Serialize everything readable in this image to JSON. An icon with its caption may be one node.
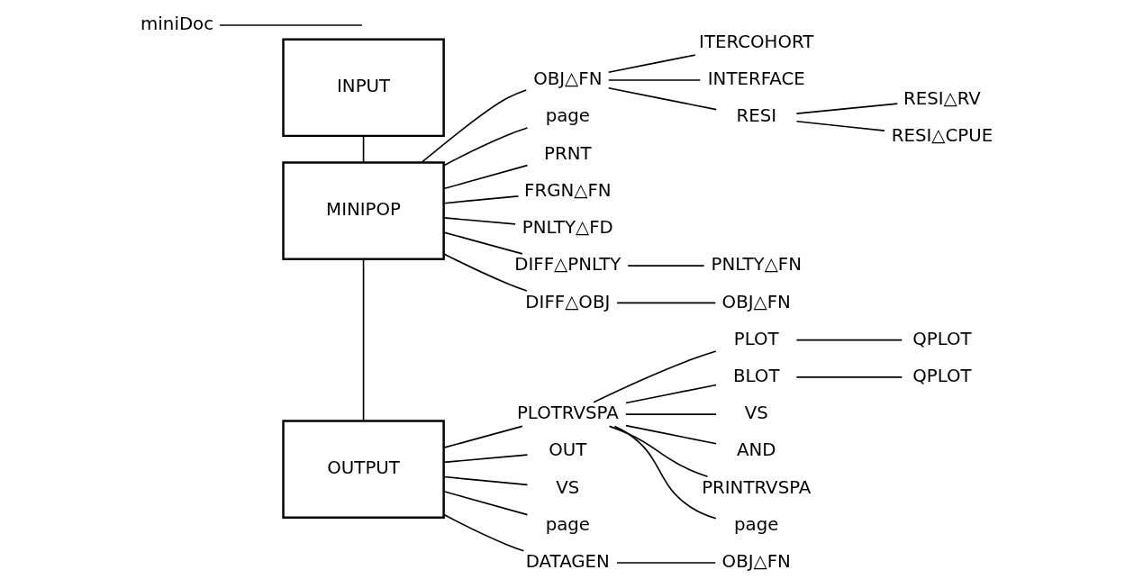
{
  "diagram": {
    "nodes": [
      {
        "text": [
          "INPUT"
        ]
      },
      {
        "text": [
          "MINIPOP"
        ]
      },
      {
        "text": [
          "OUTPUT"
        ]
      },
      {
        "text": [
          "miniDoc"
        ]
      },
      {
        "text": [
          "OBJ△FN"
        ]
      },
      {
        "text": [
          "page"
        ]
      },
      {
        "text": [
          "PRNT"
        ]
      },
      {
        "text": [
          "FRGN△FN"
        ]
      },
      {
        "text": [
          "PNLTY△FD"
        ]
      },
      {
        "text": [
          "DIFF△PNLTY"
        ]
      },
      {
        "text": [
          "DIFF△OBJ"
        ]
      },
      {
        "text": [
          "PNLTY△FN"
        ]
      },
      {
        "text": [
          "OBJ△FN"
        ]
      },
      {
        "text": [
          "ITERCOHORT"
        ]
      },
      {
        "text": [
          "INTERFACE"
        ]
      },
      {
        "text": [
          "RESI"
        ]
      },
      {
        "text": [
          "RESI△RV"
        ]
      },
      {
        "text": [
          "RESI△CPUE"
        ]
      },
      {
        "text": [
          "PLOTRVSPA"
        ]
      },
      {
        "text": [
          "OUT"
        ]
      },
      {
        "text": [
          "VS"
        ]
      },
      {
        "text": [
          "page"
        ]
      },
      {
        "text": [
          "DATAGEN"
        ]
      },
      {
        "text": [
          "OBJ△FN"
        ]
      },
      {
        "text": [
          "PLOT"
        ]
      },
      {
        "text": [
          "BLOT"
        ]
      },
      {
        "text": [
          "VS"
        ]
      },
      {
        "text": [
          "AND"
        ]
      },
      {
        "text": [
          "PRINTRVSPA"
        ]
      },
      {
        "text": [
          "page"
        ]
      },
      {
        "text": [
          "QPLOT"
        ]
      },
      {
        "text": [
          "QPLOT"
        ]
      }
    ],
    "edges": [
      {
        "from": 0,
        "to": 1,
        "arrow": "none"
      },
      {
        "from": 3,
        "to": null,
        "arrow": "none"
      },
      {
        "from": 1,
        "to": 2,
        "arrow": "none"
      },
      {
        "from": 1,
        "to": 4,
        "arrow": "none"
      },
      {
        "from": 1,
        "to": 5,
        "arrow": "none"
      },
      {
        "from": 1,
        "to": 6,
        "arrow": "none"
      },
      {
        "from": 1,
        "to": 7,
        "arrow": "none"
      },
      {
        "from": 1,
        "to": 8,
        "arrow": "none"
      },
      {
        "from": 1,
        "to": 9,
        "arrow": "none"
      },
      {
        "from": 1,
        "to": 10,
        "arrow": "none"
      },
      {
        "from": 9,
        "to": 11,
        "arrow": "none"
      },
      {
        "from": 10,
        "to": 12,
        "arrow": "none"
      },
      {
        "from": 4,
        "to": 13,
        "arrow": "none"
      },
      {
        "from": 4,
        "to": 14,
        "arrow": "none"
      },
      {
        "from": 4,
        "to": 15,
        "arrow": "none"
      },
      {
        "from": 15,
        "to": 16,
        "arrow": "none"
      },
      {
        "from": 15,
        "to": 17,
        "arrow": "none"
      },
      {
        "from": 2,
        "to": 18,
        "arrow": "none"
      },
      {
        "from": 2,
        "to": 19,
        "arrow": "none"
      },
      {
        "from": 2,
        "to": 20,
        "arrow": "none"
      },
      {
        "from": 2,
        "to": 21,
        "arrow": "none"
      },
      {
        "from": 2,
        "to": 22,
        "arrow": "none"
      },
      {
        "from": 22,
        "to": 23,
        "arrow": "none"
      },
      {
        "from": 18,
        "to": 24,
        "arrow": "none"
      },
      {
        "from": 18,
        "to": 25,
        "arrow": "none"
      },
      {
        "from": 18,
        "to": 26,
        "arrow": "none"
      },
      {
        "from": 18,
        "to": 27,
        "arrow": "none"
      },
      {
        "from": 18,
        "to": 28,
        "arrow": "none"
      },
      {
        "from": 18,
        "to": 29,
        "arrow": "none"
      },
      {
        "from": 24,
        "to": 30,
        "arrow": "none"
      },
      {
        "from": 25,
        "to": 31,
        "arrow": "none"
      }
    ]
  }
}
